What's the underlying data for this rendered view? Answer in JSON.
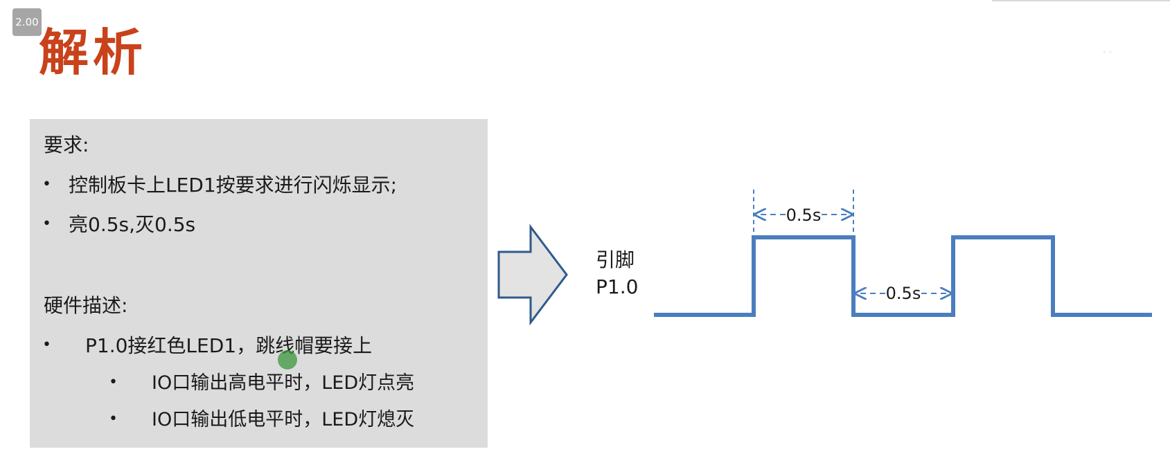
{
  "speed_badge": "2.00",
  "title": "解析",
  "requirements": {
    "heading": "要求:",
    "items": [
      "控制板卡上LED1按要求进行闪烁显示;",
      "亮0.5s,灭0.5s"
    ]
  },
  "hardware": {
    "heading": "硬件描述:",
    "item": "P1.0接红色LED1，跳线帽要接上",
    "subitems": [
      "IO口输出高电平时，LED灯点亮",
      "IO口输出低电平时，LED灯熄灭"
    ]
  },
  "diagram": {
    "pin_label_line1": "引脚",
    "pin_label_line2": "P1.0",
    "high_duration_label": "0.5s",
    "low_duration_label": "0.5s",
    "waveform_color": "#4a7ebf",
    "arrow_fill": "#e3e3e3",
    "arrow_stroke": "#2e5a8a",
    "signal_levels": [
      "low",
      "high",
      "low",
      "high",
      "low"
    ]
  },
  "colors": {
    "title": "#c8421b",
    "panel": "#dddcdd"
  }
}
